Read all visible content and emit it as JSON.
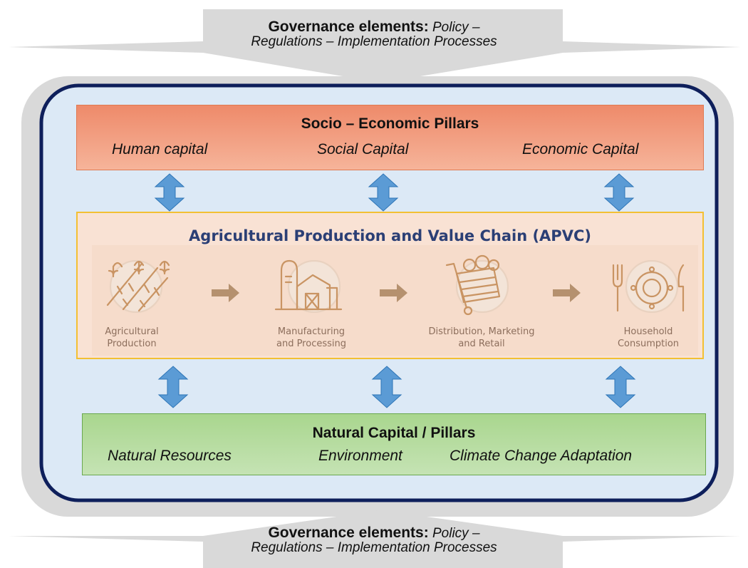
{
  "governance_top": {
    "title": "Governance elements:",
    "line1_rest": "Policy –",
    "line2": "Regulations – Implementation Processes"
  },
  "governance_bottom": {
    "title": "Governance elements:",
    "line1_rest": "Policy –",
    "line2": "Regulations – Implementation Processes"
  },
  "socio_pillars": {
    "title": "Socio – Economic Pillars",
    "items": [
      "Human capital",
      "Social Capital",
      "Economic Capital"
    ]
  },
  "apvc": {
    "title": "Agricultural Production and Value Chain (APVC)",
    "stages": [
      {
        "label": "Agricultural\nProduction",
        "icon": "wheat-field-icon"
      },
      {
        "label": "Manufacturing\nand Processing",
        "icon": "factory-silo-icon"
      },
      {
        "label": "Distribution, Marketing\nand Retail",
        "icon": "produce-cart-icon"
      },
      {
        "label": "Household\nConsumption",
        "icon": "plate-cutlery-icon"
      }
    ]
  },
  "natural_pillars": {
    "title": "Natural Capital / Pillars",
    "items": [
      "Natural Resources",
      "Environment",
      "Climate Change Adaptation"
    ]
  },
  "colors": {
    "outer_ring": "#d9d9d9",
    "inner_fill": "#dce9f6",
    "inner_border": "#0e1f5b",
    "socio_fill": "#f4a283",
    "apvc_border": "#f3c033",
    "apvc_title": "#2b3f75",
    "natural_fill": "#b4dc9c",
    "arrow_fill": "#5b9bd5",
    "icon_color": "#c99463"
  }
}
